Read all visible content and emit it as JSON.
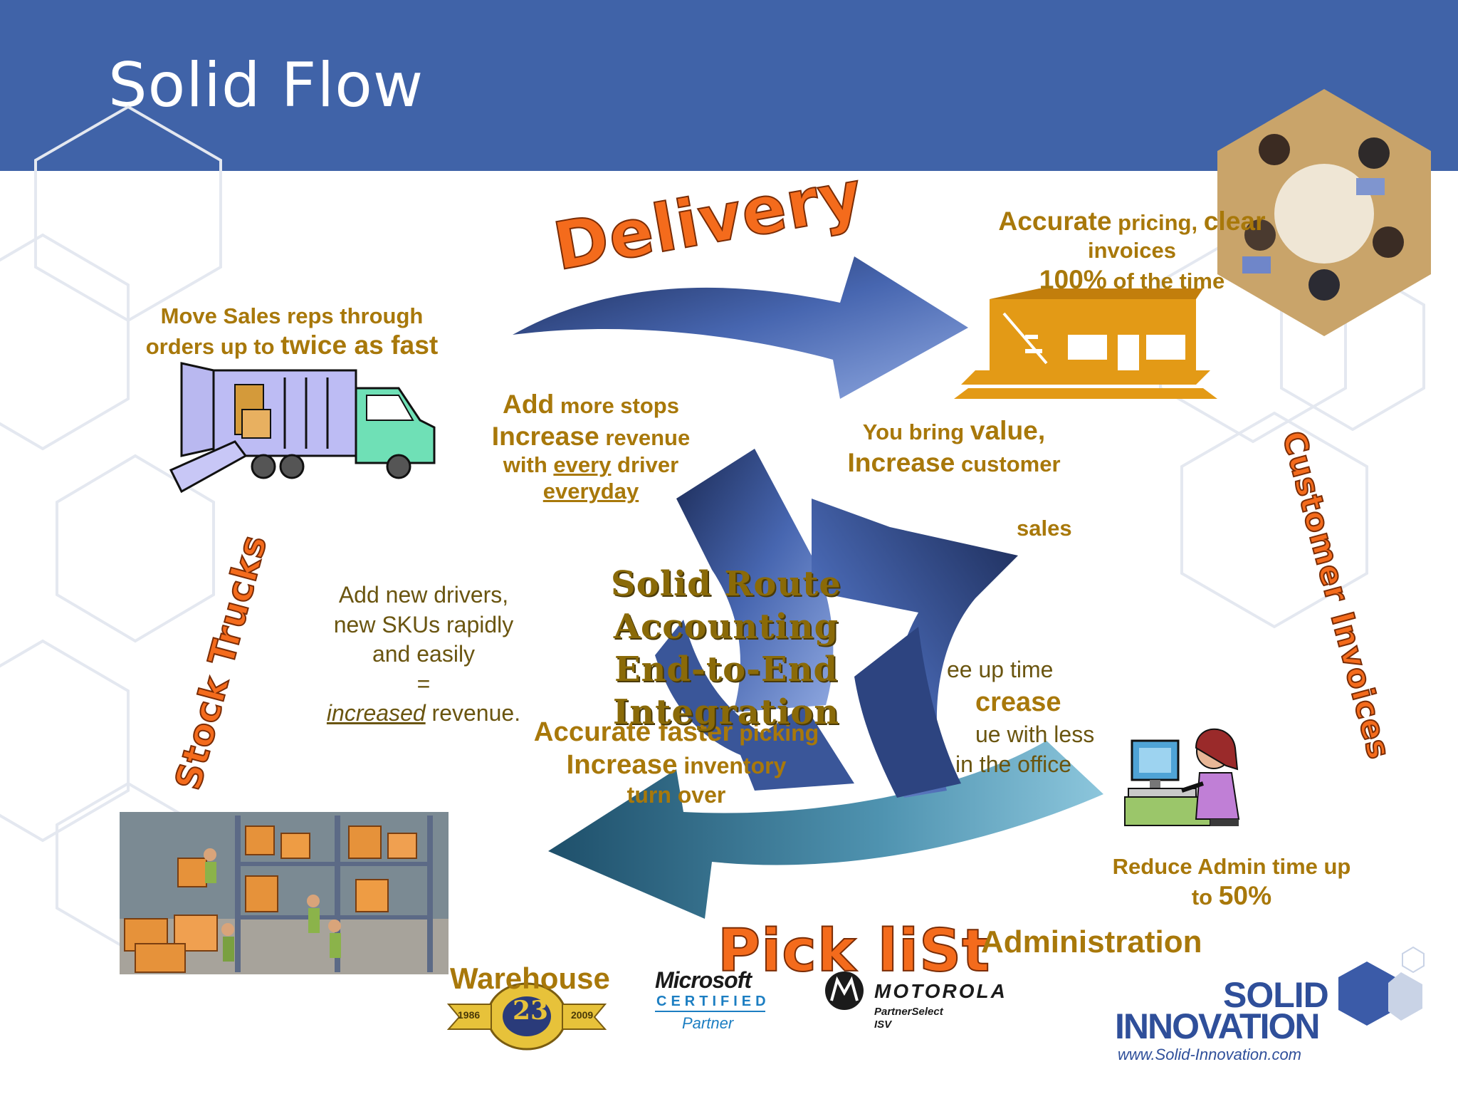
{
  "slide": {
    "title": "Solid Flow"
  },
  "labels": {
    "delivery": "Delivery",
    "pick_list": "Pick liSt",
    "stock_trucks": "Stock Trucks",
    "customer_invoices": "Customer Invoices",
    "administration": "Administration",
    "warehouse": "Warehouse"
  },
  "center": {
    "line1": "Solid Route Accounting",
    "line2": "End-to-End Integration"
  },
  "blocks": {
    "sales_reps": {
      "line1": "Move Sales reps through",
      "line2_a": "orders up to ",
      "line2_b": "twice as fast"
    },
    "pricing": {
      "w1": "Accurate",
      "w2": " pricing, ",
      "w3": "clear",
      "line2": "invoices",
      "w4": "100%",
      "w5": " of the time"
    },
    "more_stops": {
      "w1": "Add",
      "w2": " more stops",
      "w3": "Increase",
      "w4": " revenue",
      "w5": "with ",
      "w6": "every",
      "w7": " driver",
      "line4": "everyday"
    },
    "value": {
      "w1": "You bring ",
      "w2": "value,",
      "w3": "Increase",
      "w4": " customer",
      "line3": "sales"
    },
    "new_drivers": {
      "line1": "Add new drivers,",
      "line2": "new SKUs rapidly",
      "line3": "and easily",
      "line4": "=",
      "w5": "increased",
      "w6": " revenue."
    },
    "free_time": {
      "line1": "ee up time",
      "line2": "crease",
      "line3": "ue with less",
      "line4": "in the office"
    },
    "picking": {
      "w1": "Accurate faster",
      "w2": " picking",
      "w3": "Increase",
      "w4": " inventory",
      "line3": "turn over"
    },
    "admin_time": {
      "line1": "Reduce Admin time up",
      "w2": "to ",
      "w3": "50%"
    }
  },
  "logos": {
    "anniv_number": "23",
    "anniv_start": "1986",
    "anniv_end": "2009",
    "ms_name": "Microsoft",
    "ms_certified": "CERTIFIED",
    "ms_partner": "Partner",
    "motorola_name": "MOTOROLA",
    "motorola_sub1": "PartnerSelect",
    "motorola_sub2": "ISV",
    "solid_line1": "SOLID",
    "solid_line2": "INNOVATION",
    "solid_url": "www.Solid-Innovation.com"
  },
  "colors": {
    "header": "#4063a8",
    "gold_text": "#a8780a",
    "wordart_orange": "#f46b1c",
    "arrow_blue": "#4a68b0",
    "arrow_teal": "#5a9bb5"
  }
}
